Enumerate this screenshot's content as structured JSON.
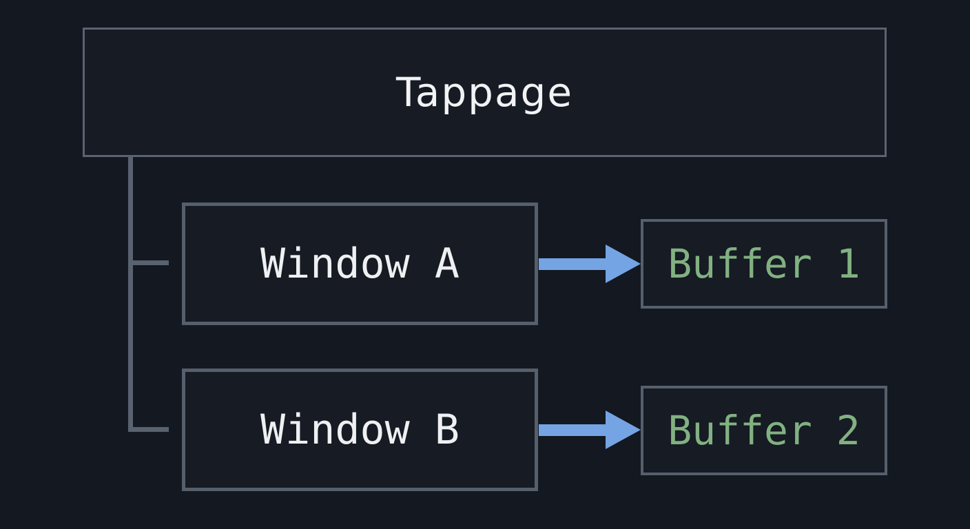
{
  "diagram": {
    "title": "Tappage",
    "windows": [
      {
        "label": "Window A",
        "buffer_label": "Buffer 1"
      },
      {
        "label": "Window B",
        "buffer_label": "Buffer 2"
      }
    ],
    "icons": {
      "arrow_1": "arrow-right-icon",
      "arrow_2": "arrow-right-icon"
    },
    "colors": {
      "background": "#131821",
      "box_fill": "#161b24",
      "box_border": "#565f6c",
      "connector": "#59626f",
      "title_text": "#f1f3f5",
      "window_text": "#eef0f2",
      "buffer_text": "#82b181",
      "arrow": "#74a4e4"
    }
  }
}
